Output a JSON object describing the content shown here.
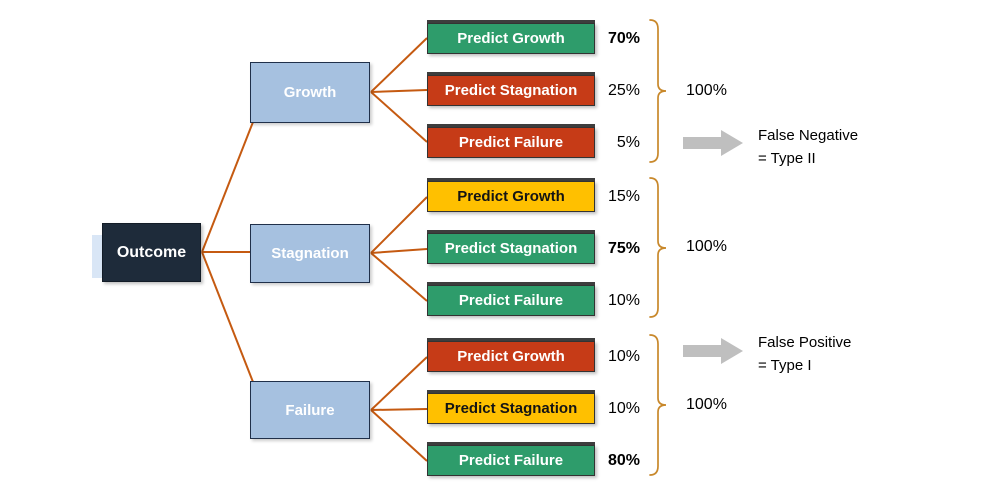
{
  "colors": {
    "navy": "#1E2B3A",
    "light-blue": "#A6C1E0",
    "sliver-blue": "#D9E6F6",
    "green": "#2E9C6B",
    "red": "#C63B17",
    "gold": "#FFC000",
    "line": "#C55A11",
    "brace": "#C8882B",
    "arrow": "#BFBFBF"
  },
  "root": {
    "label": "Outcome"
  },
  "branches": [
    {
      "label": "Growth",
      "total": "100%",
      "predictions": [
        {
          "label": "Predict Growth",
          "pct": "70%",
          "color": "green",
          "emphasis": true
        },
        {
          "label": "Predict Stagnation",
          "pct": "25%",
          "color": "red",
          "emphasis": false
        },
        {
          "label": "Predict Failure",
          "pct": "5%",
          "color": "red",
          "emphasis": false
        }
      ]
    },
    {
      "label": "Stagnation",
      "total": "100%",
      "predictions": [
        {
          "label": "Predict Growth",
          "pct": "15%",
          "color": "gold",
          "emphasis": false
        },
        {
          "label": "Predict Stagnation",
          "pct": "75%",
          "color": "green",
          "emphasis": true
        },
        {
          "label": "Predict Failure",
          "pct": "10%",
          "color": "green",
          "emphasis": false
        }
      ]
    },
    {
      "label": "Failure",
      "total": "100%",
      "predictions": [
        {
          "label": "Predict Growth",
          "pct": "10%",
          "color": "red",
          "emphasis": false
        },
        {
          "label": "Predict Stagnation",
          "pct": "10%",
          "color": "gold",
          "emphasis": false
        },
        {
          "label": "Predict Failure",
          "pct": "80%",
          "color": "green",
          "emphasis": true
        }
      ]
    }
  ],
  "annotations": [
    {
      "line1": "False Negative",
      "line2": "= Type II"
    },
    {
      "line1": "False Positive",
      "line2": "= Type I"
    }
  ]
}
